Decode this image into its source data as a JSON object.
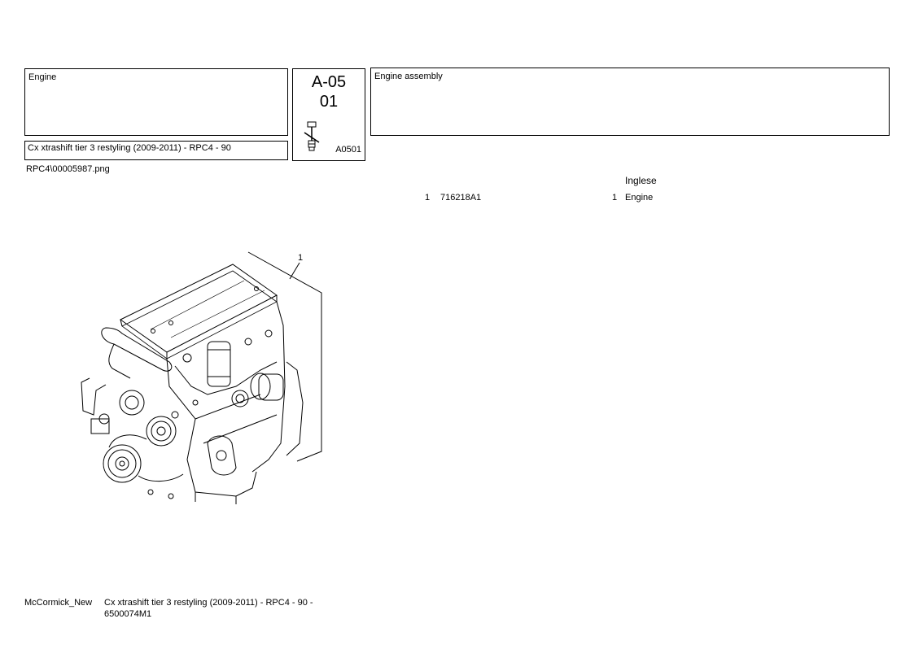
{
  "header": {
    "section": "Engine",
    "model": "Cx xtrashift tier 3 restyling (2009-2011) - RPC4 - 90",
    "code_line1": "A-05",
    "code_line2": "01",
    "code_small": "A0501",
    "title": "Engine assembly"
  },
  "image_path": "RPC4\\00005987.png",
  "parts_table": {
    "language_header": "Inglese",
    "rows": [
      {
        "ref": "1",
        "part_number": "716218A1",
        "qty": "1",
        "description": "Engine"
      }
    ]
  },
  "drawing": {
    "callout": "1"
  },
  "footer": {
    "brand": "McCormick_New",
    "description": "Cx xtrashift tier 3 restyling (2009-2011) - RPC4 - 90 - 6500074M1"
  }
}
